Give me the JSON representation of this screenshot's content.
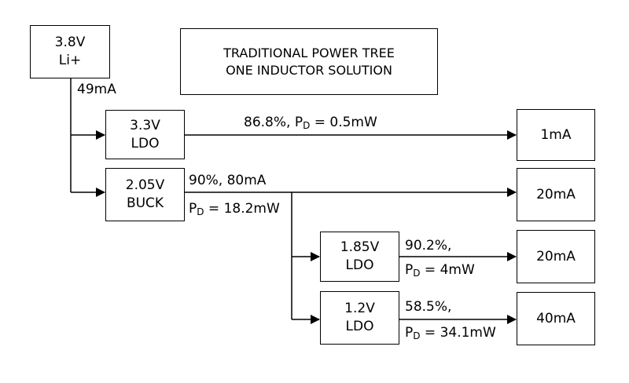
{
  "title": {
    "line1": "TRADITIONAL POWER TREE",
    "line2": "ONE INDUCTOR SOLUTION"
  },
  "source": {
    "voltage": "3.8V",
    "type": "Li+",
    "current": "49mA"
  },
  "ldo1": {
    "voltage": "3.3V",
    "type": "LDO",
    "eff": "86.8%, P",
    "sub": "D",
    "pd": " = 0.5mW",
    "load": "1mA"
  },
  "buck": {
    "voltage": "2.05V",
    "type": "BUCK",
    "eff": "90%, 80mA",
    "pd_p": "P",
    "pd_sub": "D",
    "pd_val": " = 18.2mW",
    "load": "20mA"
  },
  "ldo2": {
    "voltage": "1.85V",
    "type": "LDO",
    "eff": "90.2%,",
    "pd_p": "P",
    "pd_sub": "D",
    "pd_val": " = 4mW",
    "load": "20mA"
  },
  "ldo3": {
    "voltage": "1.2V",
    "type": "LDO",
    "eff": "58.5%,",
    "pd_p": "P",
    "pd_sub": "D",
    "pd_val": " = 34.1mW",
    "load": "40mA"
  }
}
